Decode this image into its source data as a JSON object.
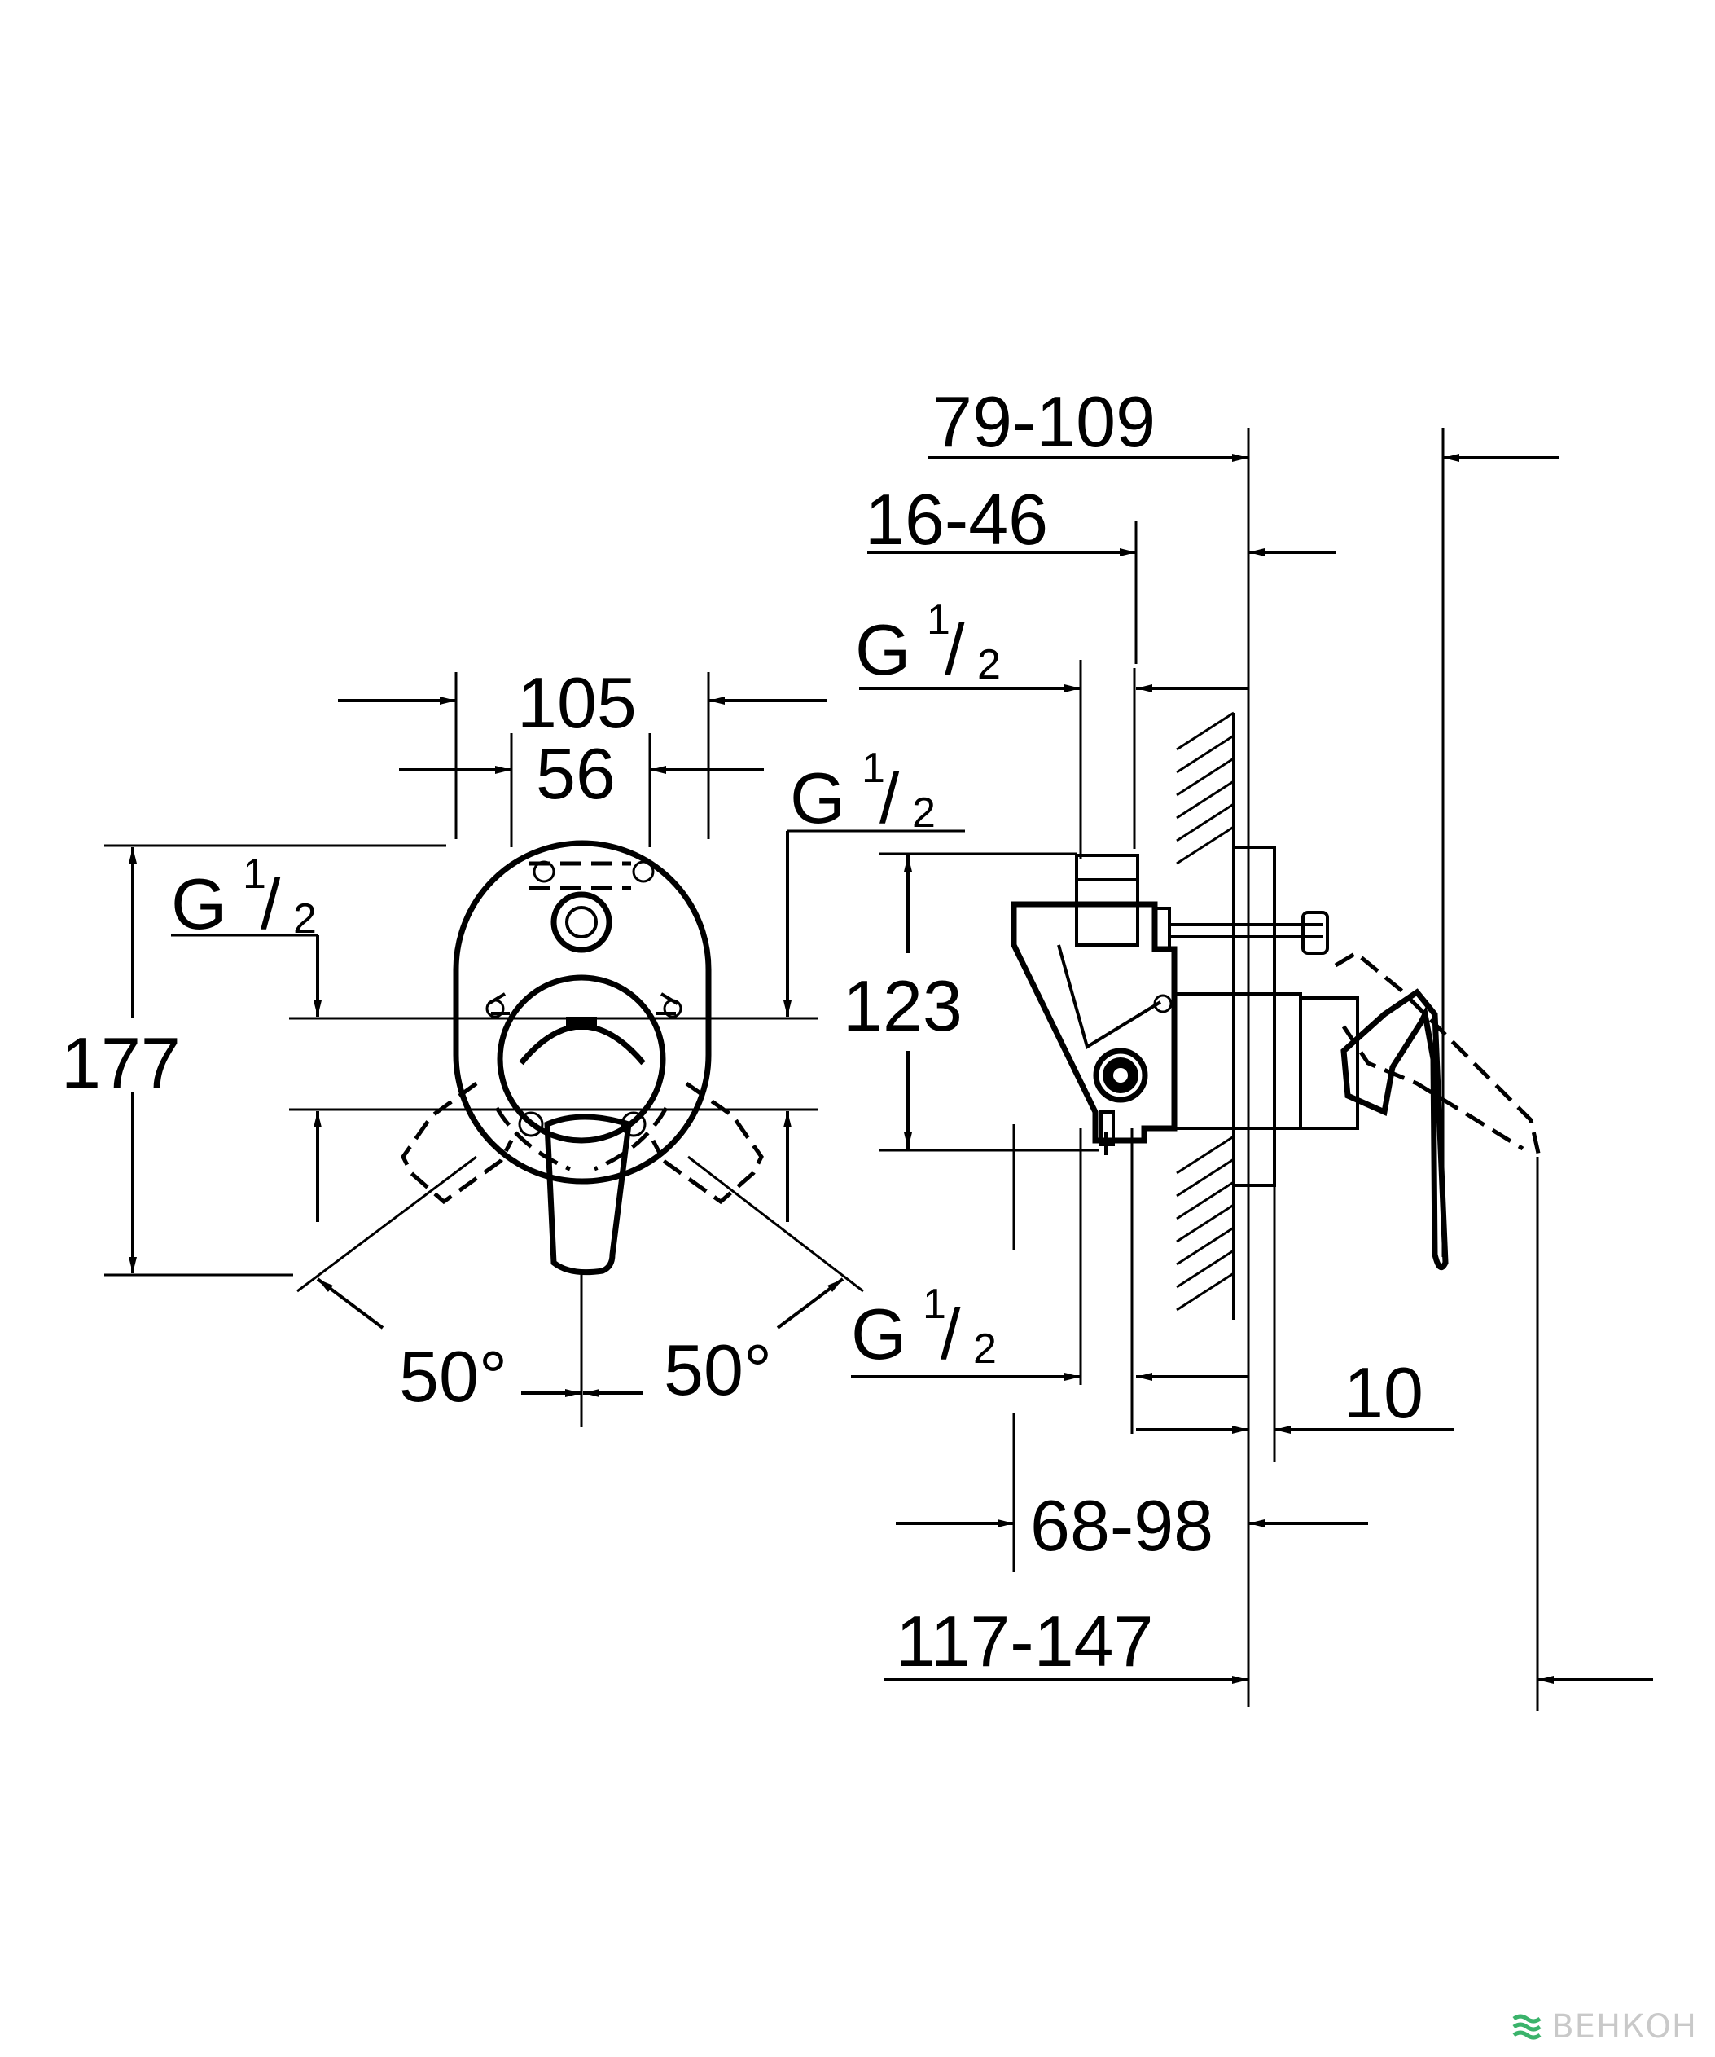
{
  "dimensions": {
    "d105": "105",
    "d56": "56",
    "d177": "177",
    "d123": "123",
    "d79_109": "79-109",
    "d16_46": "16-46",
    "d68_98": "68-98",
    "d117_147": "117-147",
    "d10": "10",
    "angle_left": "50°",
    "angle_right": "50°"
  },
  "thread": {
    "letter": "G",
    "fraction_num": "1",
    "fraction_slash": "/",
    "fraction_den": "2"
  },
  "watermark": {
    "text": "ВЕНКОН",
    "logo": "wave-logo-icon"
  },
  "colors": {
    "line": "#000000",
    "background": "#ffffff",
    "watermark": "#c9c9c9"
  }
}
